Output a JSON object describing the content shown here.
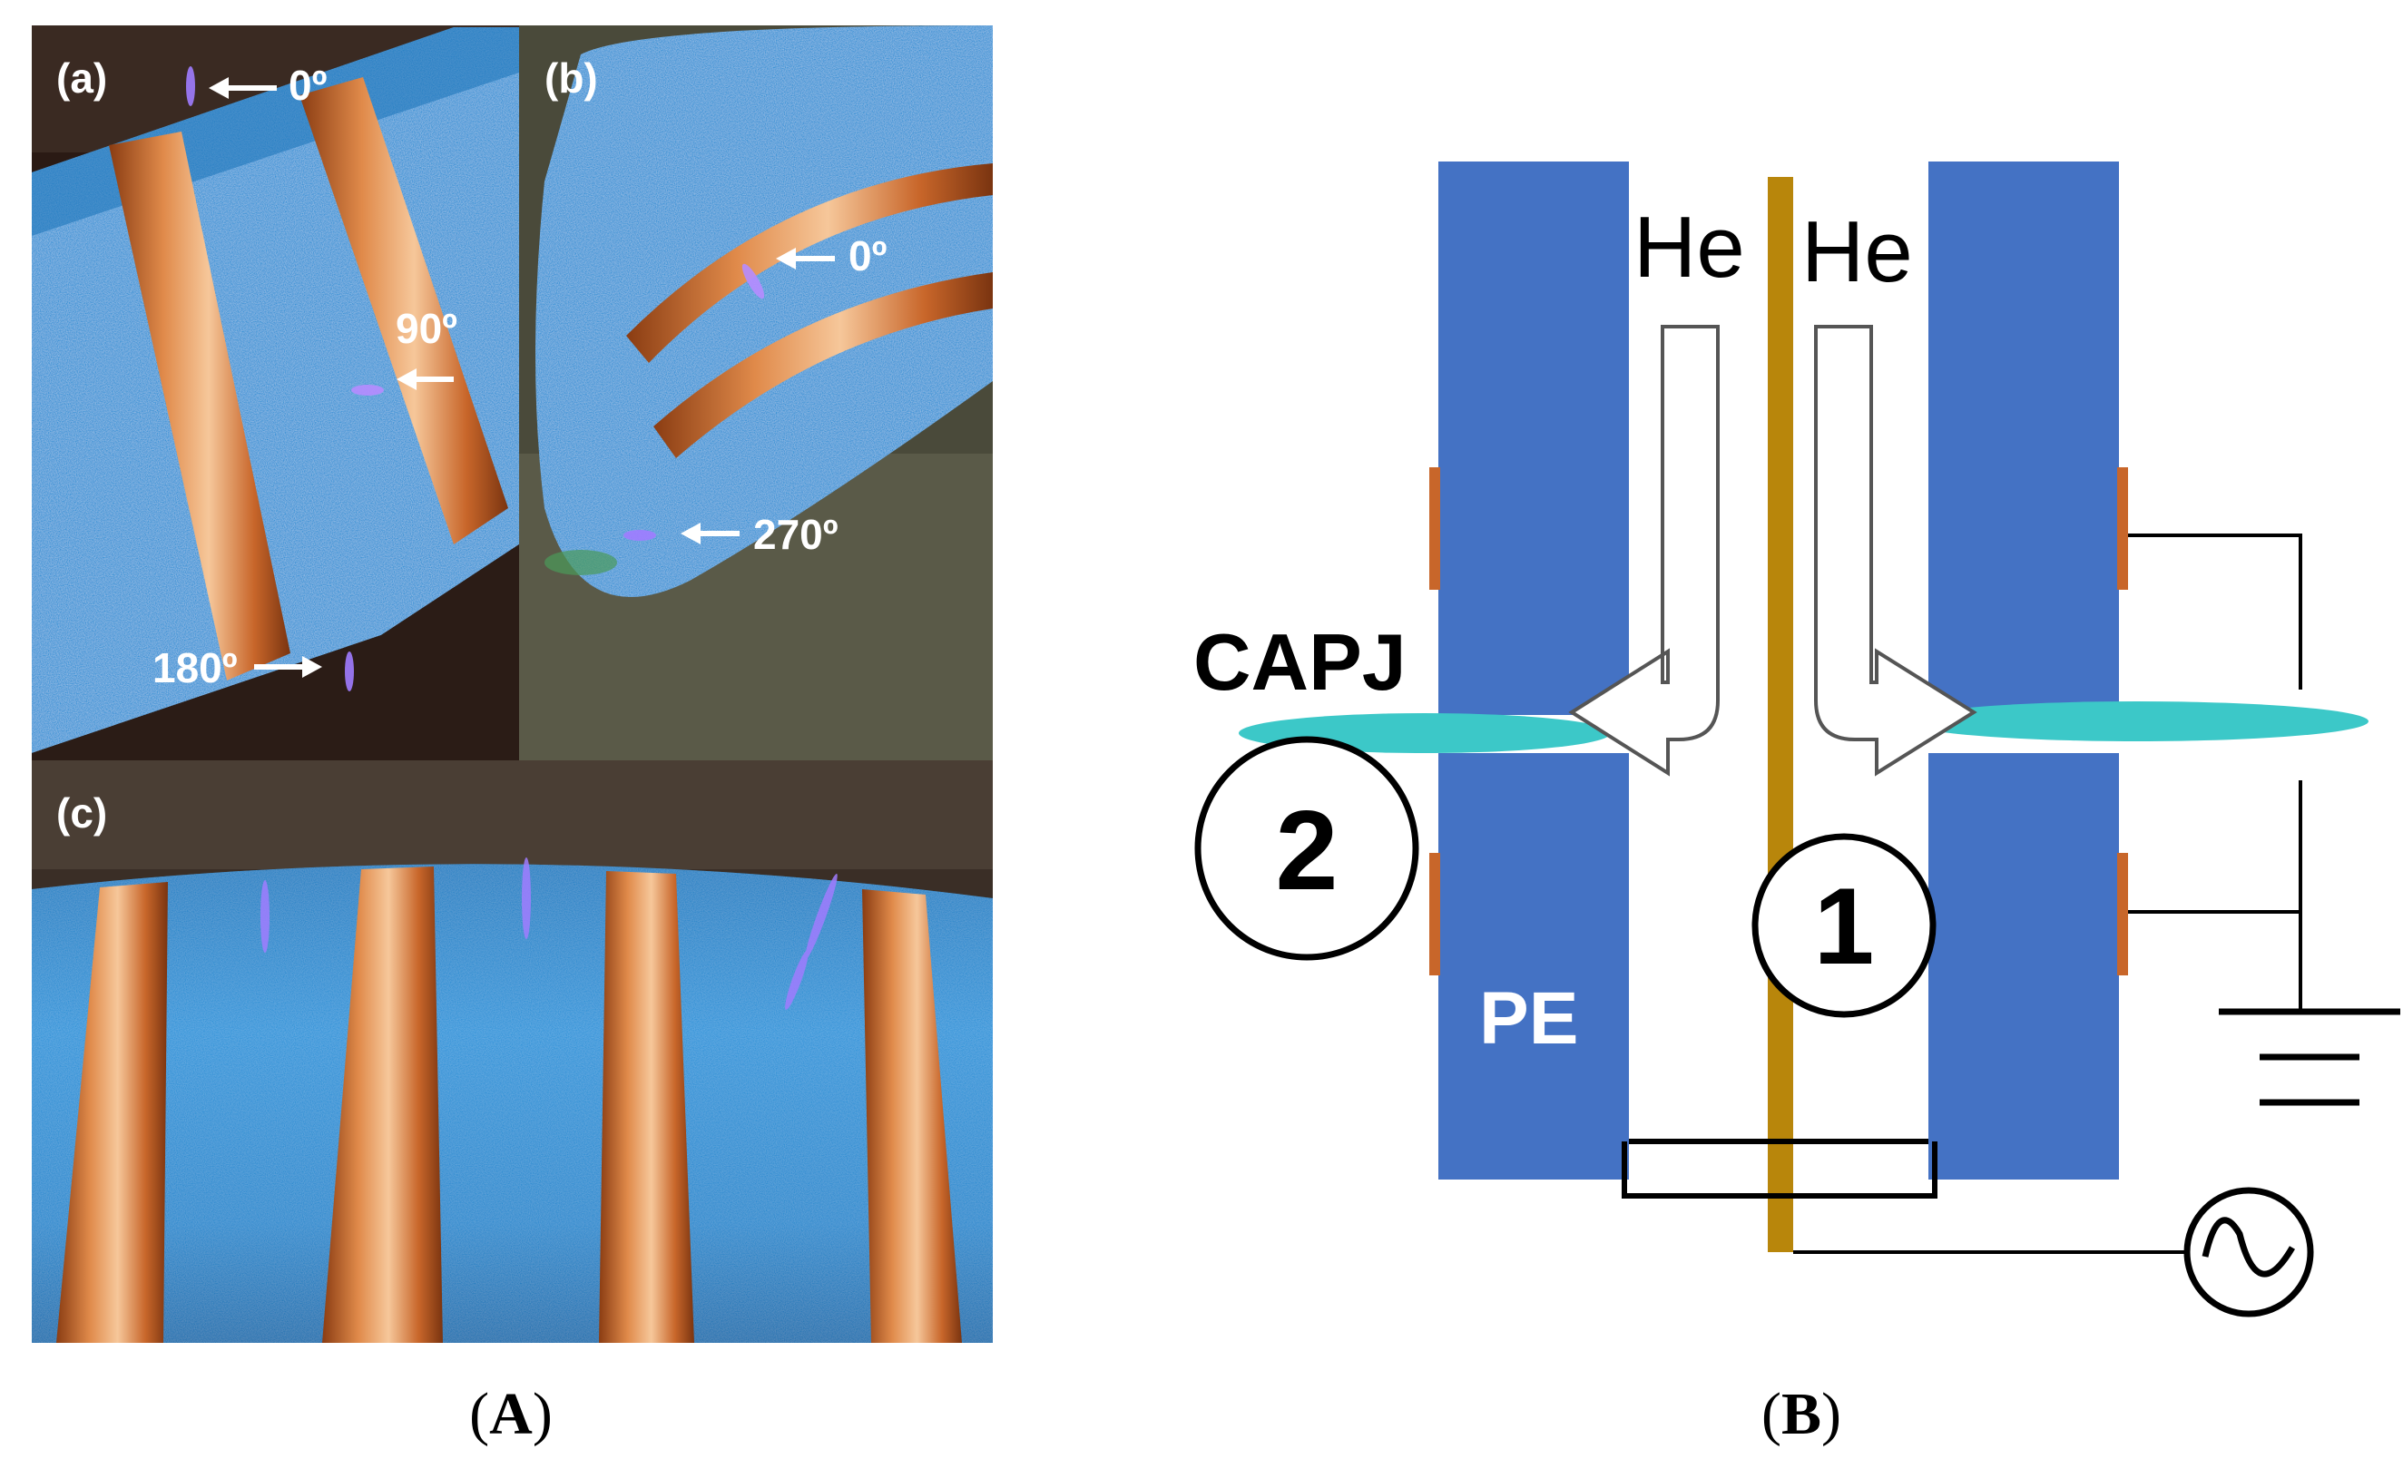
{
  "panel_A": {
    "caption": "(A)",
    "photo_a": {
      "label": "(a)",
      "angles": [
        "0º",
        "90º",
        "180º"
      ]
    },
    "photo_b": {
      "label": "(b)",
      "angles": [
        "0º",
        "270º"
      ]
    },
    "photo_c": {
      "label": "(c)"
    }
  },
  "panel_B": {
    "caption": "(B)",
    "gas_left": "He",
    "gas_right": "He",
    "jet_label": "CAPJ",
    "marker_1": "1",
    "marker_2": "2",
    "tube_label": "PE"
  },
  "colors": {
    "foam_blue": "#2a8fd4",
    "copper": "#c8662a",
    "pe_blue": "#4472c4",
    "jet_cyan": "#3cc8c8",
    "rod_gold": "#b8860b",
    "plasma_violet": "#a07cff"
  }
}
